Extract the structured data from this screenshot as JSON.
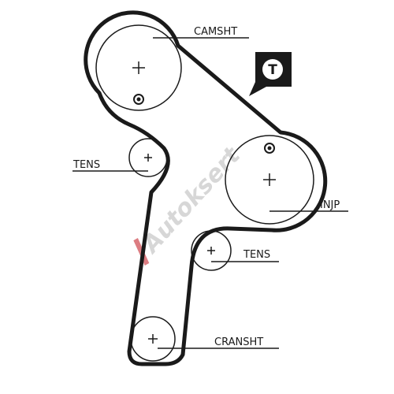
{
  "labels": {
    "camshaft": "CAMSHT",
    "tensioner_upper": "TENS",
    "injection_pump": "INJP",
    "tensioner_lower": "TENS",
    "crankshaft": "CRANSHT"
  },
  "badge": {
    "letter": "T"
  },
  "watermark": {
    "text": "Autoksert"
  },
  "colors": {
    "belt": "#1a1a1a",
    "badge_bg": "#1a1a1a",
    "badge_fg": "#ffffff",
    "watermark": "#c0121c"
  }
}
